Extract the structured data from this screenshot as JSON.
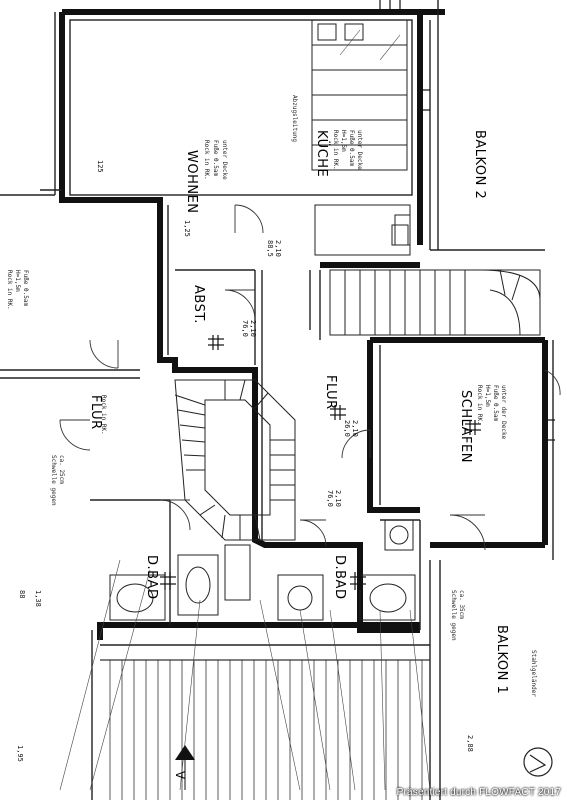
{
  "rooms": {
    "wohnen": "WOHNEN",
    "kueche": "KÜCHE",
    "abst": "ABST.",
    "flur_left": "FLUR",
    "flur_right": "FLUR",
    "schlafen": "SCHLAFEN",
    "dbad_left": "D.BAD",
    "dbad_right": "D.BAD",
    "balkon1": "BALKON 1",
    "balkon2": "BALKON 2"
  },
  "notes": {
    "wohnen_1": "Rock in RK.",
    "wohnen_2": "Fuße 0.5am",
    "wohnen_3": "unter Decke",
    "kueche_1": "Rock in RK.",
    "kueche_2": "H=1,5m",
    "kueche_3": "Fuße 0.5am",
    "kueche_4": "unter Decke",
    "abzug": "Abzugsleitung",
    "schlafen_1": "Rock in RK.",
    "schlafen_2": "H=1,5m",
    "schlafen_3": "Fuße 0.5am",
    "schlafen_4": "unter der Decke",
    "flur_note": "Rock in RK.",
    "left_note_1": "Rock in RK.",
    "left_note_2": "H=1,5m",
    "left_note_3": "Fuße 0.5am",
    "schwelle_1": "Schwelle gegen",
    "schwelle_2": "ca. 25cm",
    "schwelle_3": "Schwelle gegen",
    "schwelle_4": "ca. 35cm",
    "stahlgelaender": "Stahlgeländer"
  },
  "dims": {
    "d1": "125",
    "d2": "1,25",
    "d3": "88,5",
    "d4": "2,10",
    "d5": "76,0",
    "d6": "2,10",
    "d7": "26,0",
    "d8": "2,10",
    "d9": "1,38",
    "d10": "88",
    "d11": "2,88",
    "d12": "1,95",
    "d13": "76,0",
    "d14": "2,10"
  },
  "markers": {
    "section_a": "A"
  },
  "footer": "Präsentiert durch FLOWFACT 2017",
  "colors": {
    "wall": "#111111",
    "line": "#333333",
    "paper": "#ffffff"
  }
}
